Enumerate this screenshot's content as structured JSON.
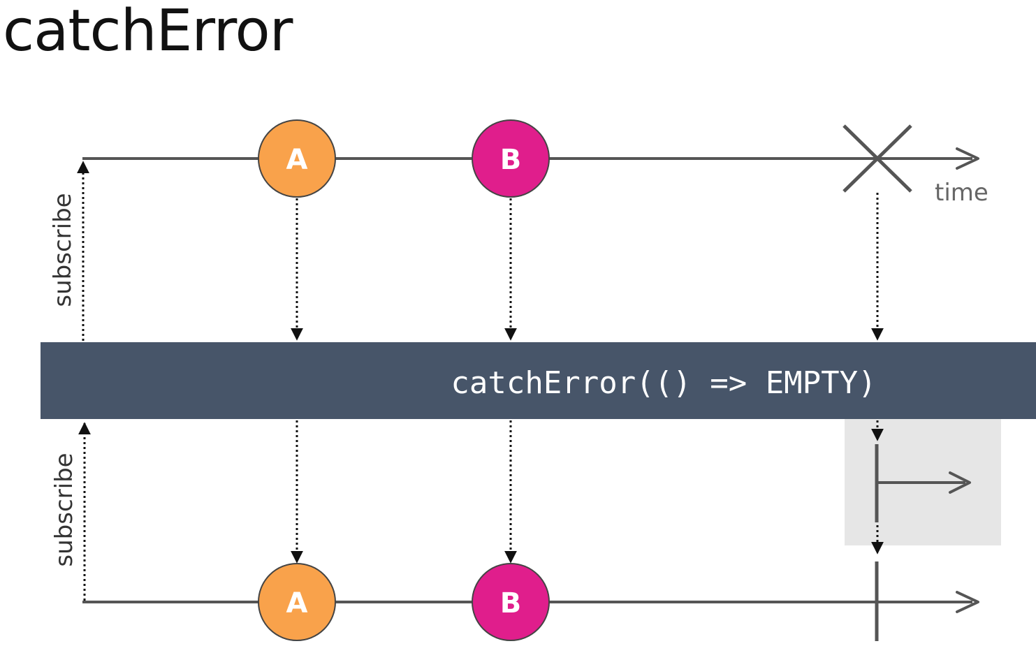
{
  "title": "catchError",
  "colors": {
    "marble_a": "#F9A24B",
    "marble_b": "#E01E8C",
    "operator_bar": "#475569",
    "empty_highlight": "#E6E6E6",
    "axis": "#555555"
  },
  "source_stream": {
    "marbles": [
      {
        "label": "A",
        "color": "#F9A24B"
      },
      {
        "label": "B",
        "color": "#E01E8C"
      }
    ],
    "terminal": "error",
    "time_label": "time",
    "subscribe_label": "subscribe"
  },
  "operator": {
    "label": "catchError(() => EMPTY)"
  },
  "result_stream": {
    "marbles": [
      {
        "label": "A",
        "color": "#F9A24B"
      },
      {
        "label": "B",
        "color": "#E01E8C"
      }
    ],
    "terminal": "complete",
    "subscribe_label": "subscribe"
  },
  "empty_stream_icon": "empty-observable-icon"
}
